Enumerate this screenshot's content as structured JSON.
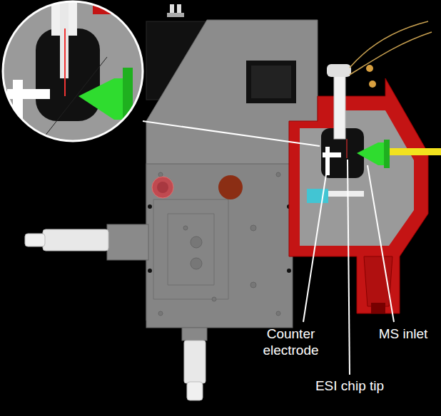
{
  "diagram": {
    "labels": [
      "Counter electrode",
      "ESI chip tip",
      "MS inlet"
    ]
  }
}
